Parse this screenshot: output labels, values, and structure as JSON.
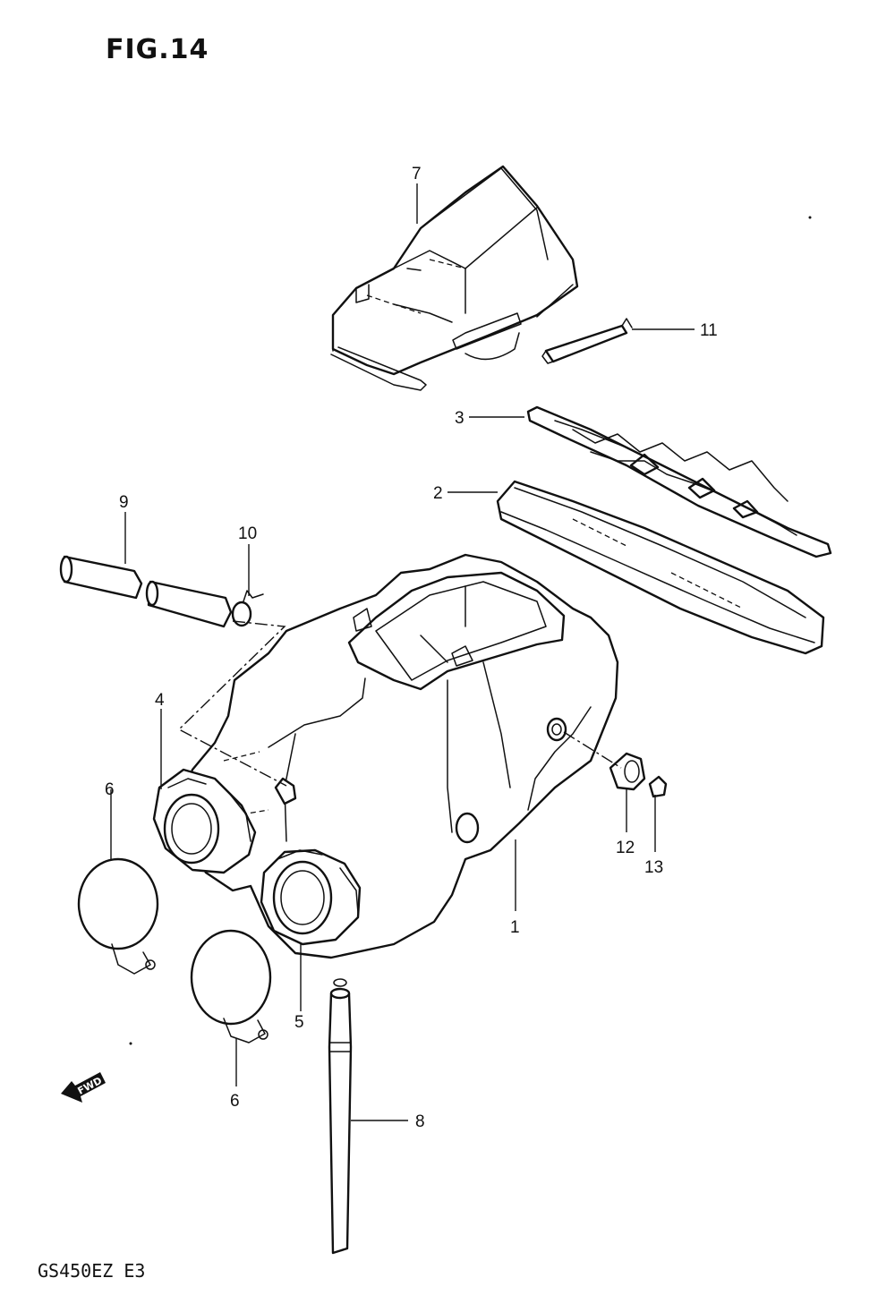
{
  "figure": {
    "title": "FIG.14",
    "model_code": "GS450EZ E3",
    "direction_label": "FWD"
  },
  "callouts": [
    {
      "id": "1",
      "label": "1"
    },
    {
      "id": "2",
      "label": "2"
    },
    {
      "id": "3",
      "label": "3"
    },
    {
      "id": "4",
      "label": "4"
    },
    {
      "id": "5",
      "label": "5"
    },
    {
      "id": "6a",
      "label": "6"
    },
    {
      "id": "6b",
      "label": "6"
    },
    {
      "id": "7",
      "label": "7"
    },
    {
      "id": "8",
      "label": "8"
    },
    {
      "id": "9",
      "label": "9"
    },
    {
      "id": "10",
      "label": "10"
    },
    {
      "id": "11",
      "label": "11"
    },
    {
      "id": "12",
      "label": "12"
    },
    {
      "id": "13",
      "label": "13"
    }
  ]
}
